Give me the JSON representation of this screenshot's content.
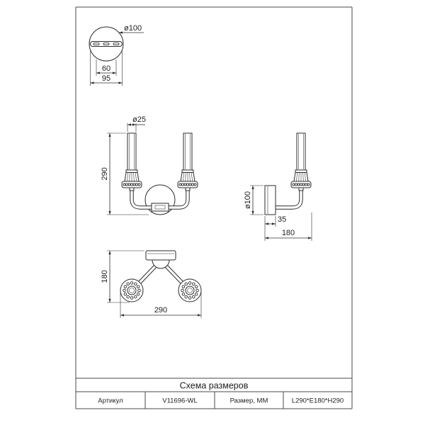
{
  "sheet": {
    "title": "Схема размеров",
    "table": {
      "article_label": "Артикул",
      "article_value": "V11696-WL",
      "size_label": "Размер, ММ",
      "size_value": "L290*E180*H290"
    }
  },
  "drawings": {
    "backplate_view": {
      "diameter_label": "ø100",
      "mount_spacing": "60",
      "bar_length": "95"
    },
    "front_view": {
      "tube_diameter_label": "ø25",
      "height": "290"
    },
    "side_view": {
      "backplate_diameter_label": "ø100",
      "backplate_depth": "35",
      "depth": "180"
    },
    "top_view": {
      "depth": "180",
      "width": "290"
    }
  },
  "colors": {
    "line": "#2b2b2b",
    "background": "#ffffff"
  }
}
